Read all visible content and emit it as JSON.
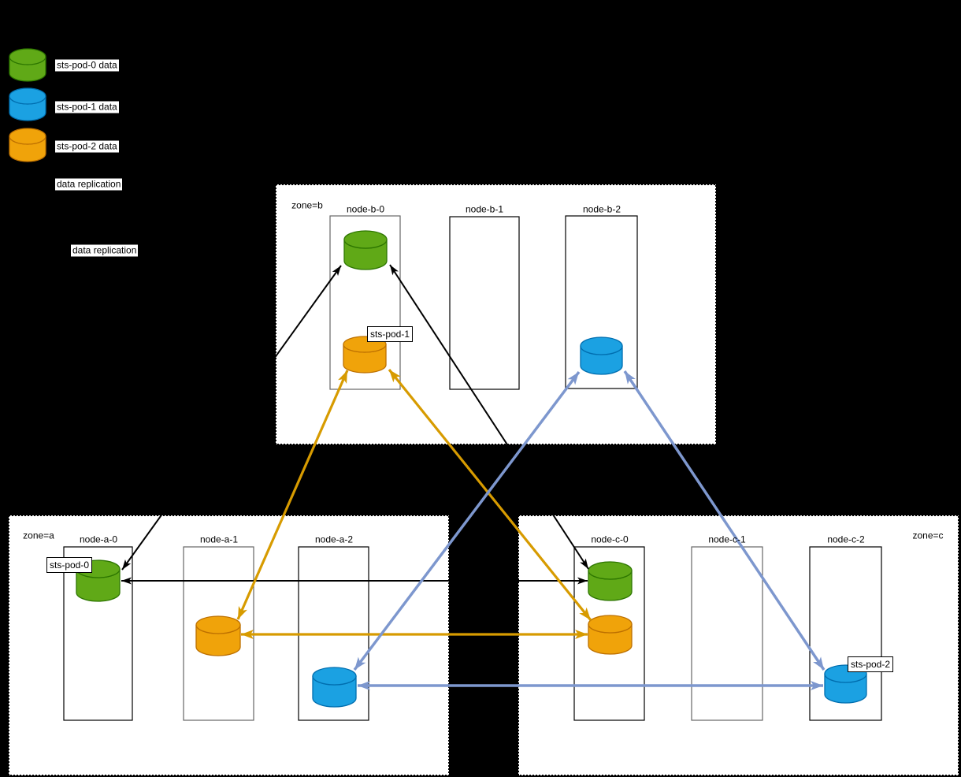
{
  "colors": {
    "background": "#000000",
    "zone_fill": "#ffffff",
    "zone_border": "#000000",
    "green_fill": "#60A917",
    "green_stroke": "#2D7600",
    "blue_fill": "#1BA1E2",
    "blue_stroke": "#006EAF",
    "orange_fill": "#F0A30A",
    "orange_stroke": "#BD7000",
    "arrow_black": "#000000",
    "arrow_gold": "#D79B00",
    "arrow_blue": "#7D97CE"
  },
  "legend": {
    "items": [
      {
        "icon": "database-cylinder-icon",
        "color": "green",
        "label": "sts-pod-0 data"
      },
      {
        "icon": "database-cylinder-icon",
        "color": "blue",
        "label": "sts-pod-1 data"
      },
      {
        "icon": "database-cylinder-icon",
        "color": "orange",
        "label": "sts-pod-2 data"
      }
    ],
    "replication_labels": [
      "data replication",
      "data replication"
    ]
  },
  "zones": [
    {
      "id": "b",
      "label": "zone=b",
      "nodes": [
        {
          "label": "node-b-0"
        },
        {
          "label": "node-b-1"
        },
        {
          "label": "node-b-2"
        }
      ]
    },
    {
      "id": "a",
      "label": "zone=a",
      "nodes": [
        {
          "label": "node-a-0"
        },
        {
          "label": "node-a-1"
        },
        {
          "label": "node-a-2"
        }
      ]
    },
    {
      "id": "c",
      "label": "zone=c",
      "nodes": [
        {
          "label": "node-c-0"
        },
        {
          "label": "node-c-1"
        },
        {
          "label": "node-c-2"
        }
      ]
    }
  ],
  "pod_labels": [
    {
      "text": "sts-pod-1",
      "near": "b-orange"
    },
    {
      "text": "sts-pod-0",
      "near": "a-green"
    },
    {
      "text": "sts-pod-2",
      "near": "c-blue"
    }
  ],
  "placements": [
    {
      "id": "b-green",
      "node": "node-b-0",
      "data_of": "sts-pod-0 data",
      "color": "green"
    },
    {
      "id": "b-orange",
      "node": "node-b-0",
      "data_of": "sts-pod-2 data",
      "color": "orange"
    },
    {
      "id": "b-blue",
      "node": "node-b-2",
      "data_of": "sts-pod-1 data",
      "color": "blue"
    },
    {
      "id": "a-green",
      "node": "node-a-0",
      "data_of": "sts-pod-0 data",
      "color": "green"
    },
    {
      "id": "a-orange",
      "node": "node-a-1",
      "data_of": "sts-pod-2 data",
      "color": "orange"
    },
    {
      "id": "a-blue",
      "node": "node-a-2",
      "data_of": "sts-pod-1 data",
      "color": "blue"
    },
    {
      "id": "c-green",
      "node": "node-c-0",
      "data_of": "sts-pod-0 data",
      "color": "green"
    },
    {
      "id": "c-orange",
      "node": "node-c-0",
      "data_of": "sts-pod-2 data",
      "color": "orange"
    },
    {
      "id": "c-blue",
      "node": "node-c-2",
      "data_of": "sts-pod-1 data",
      "color": "blue"
    }
  ],
  "links": [
    {
      "from": "a-green",
      "to": "b-green",
      "color": "black",
      "style": "double-arrow"
    },
    {
      "from": "b-green",
      "to": "c-green",
      "color": "black",
      "style": "double-arrow"
    },
    {
      "from": "a-green",
      "to": "c-green",
      "color": "black",
      "style": "double-arrow"
    },
    {
      "from": "b-orange",
      "to": "a-orange",
      "color": "gold",
      "style": "double-arrow"
    },
    {
      "from": "b-orange",
      "to": "c-orange",
      "color": "gold",
      "style": "double-arrow"
    },
    {
      "from": "a-orange",
      "to": "c-orange",
      "color": "gold",
      "style": "double-arrow"
    },
    {
      "from": "b-blue",
      "to": "a-blue",
      "color": "blue",
      "style": "double-arrow"
    },
    {
      "from": "b-blue",
      "to": "c-blue",
      "color": "blue",
      "style": "double-arrow"
    },
    {
      "from": "a-blue",
      "to": "c-blue",
      "color": "blue",
      "style": "double-arrow"
    }
  ]
}
